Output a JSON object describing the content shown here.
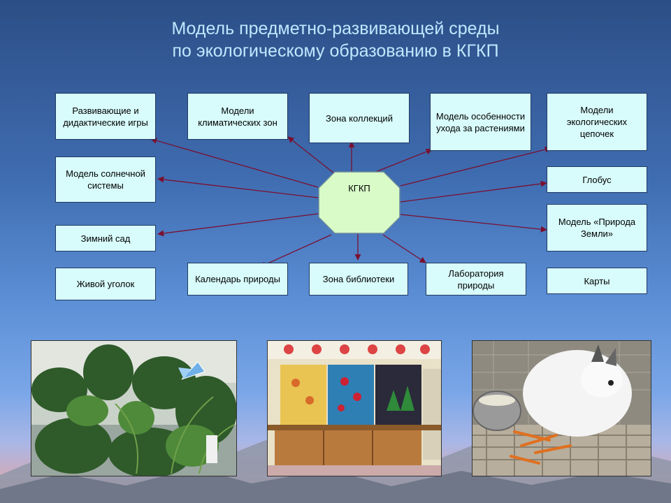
{
  "title": {
    "line1": "Модель предметно-развивающей среды",
    "line2": "по экологическому образованию в КГКП"
  },
  "center": {
    "label": "КГКП"
  },
  "nodes": {
    "games": "Развивающие и дидактические игры",
    "climate": "Модели климатических зон",
    "collections": "Зона коллекций",
    "plant_care": "Модель особенности ухода за растениями",
    "eco_chains": "Модели экологических цепочек",
    "solar": "Модель солнечной системы",
    "globe": "Глобус",
    "winter_garden": "Зимний сад",
    "nature_model": "Модель «Природа Земли»",
    "living_corner": "Живой уголок",
    "calendar": "Календарь природы",
    "library": "Зона библиотеки",
    "lab": "Лаборатория природы",
    "maps": "Карты"
  },
  "colors": {
    "title": "#bfe8ff",
    "box_fill": "#d8fbfb",
    "center_fill": "#d8fbc8",
    "arrow": "#7a1030"
  }
}
